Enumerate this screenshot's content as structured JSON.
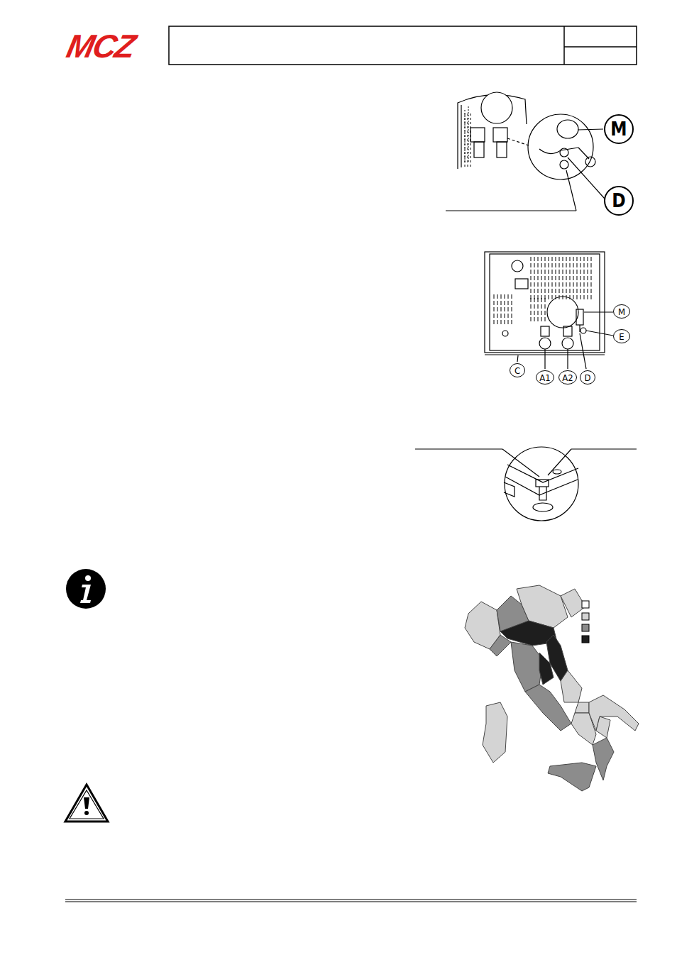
{
  "diagram": {
    "nodes": [
      {
        "text": [
          "M"
        ]
      },
      {
        "text": [
          "D"
        ]
      },
      {
        "text": [
          "M"
        ]
      },
      {
        "text": [
          "E"
        ]
      },
      {
        "text": [
          "C"
        ]
      },
      {
        "text": [
          "A1"
        ]
      },
      {
        "text": [
          "A2"
        ]
      },
      {
        "text": [
          "D"
        ]
      }
    ],
    "labels": [
      "MCZ"
    ]
  }
}
